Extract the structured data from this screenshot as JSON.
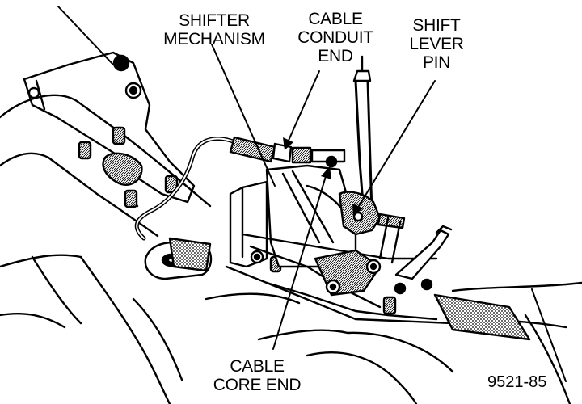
{
  "labels": {
    "shifter_mechanism": [
      "SHIFTER",
      "MECHANISM"
    ],
    "cable_conduit_end": [
      "CABLE",
      "CONDUIT",
      "END"
    ],
    "shift_lever_pin": [
      "SHIFT",
      "LEVER",
      "PIN"
    ],
    "cable_core_end": [
      "CABLE",
      "CORE END"
    ]
  },
  "figure_id": "9521-85",
  "colors": {
    "ink": "#000000",
    "paper": "#ffffff",
    "stipple": "#9a9a9a"
  }
}
